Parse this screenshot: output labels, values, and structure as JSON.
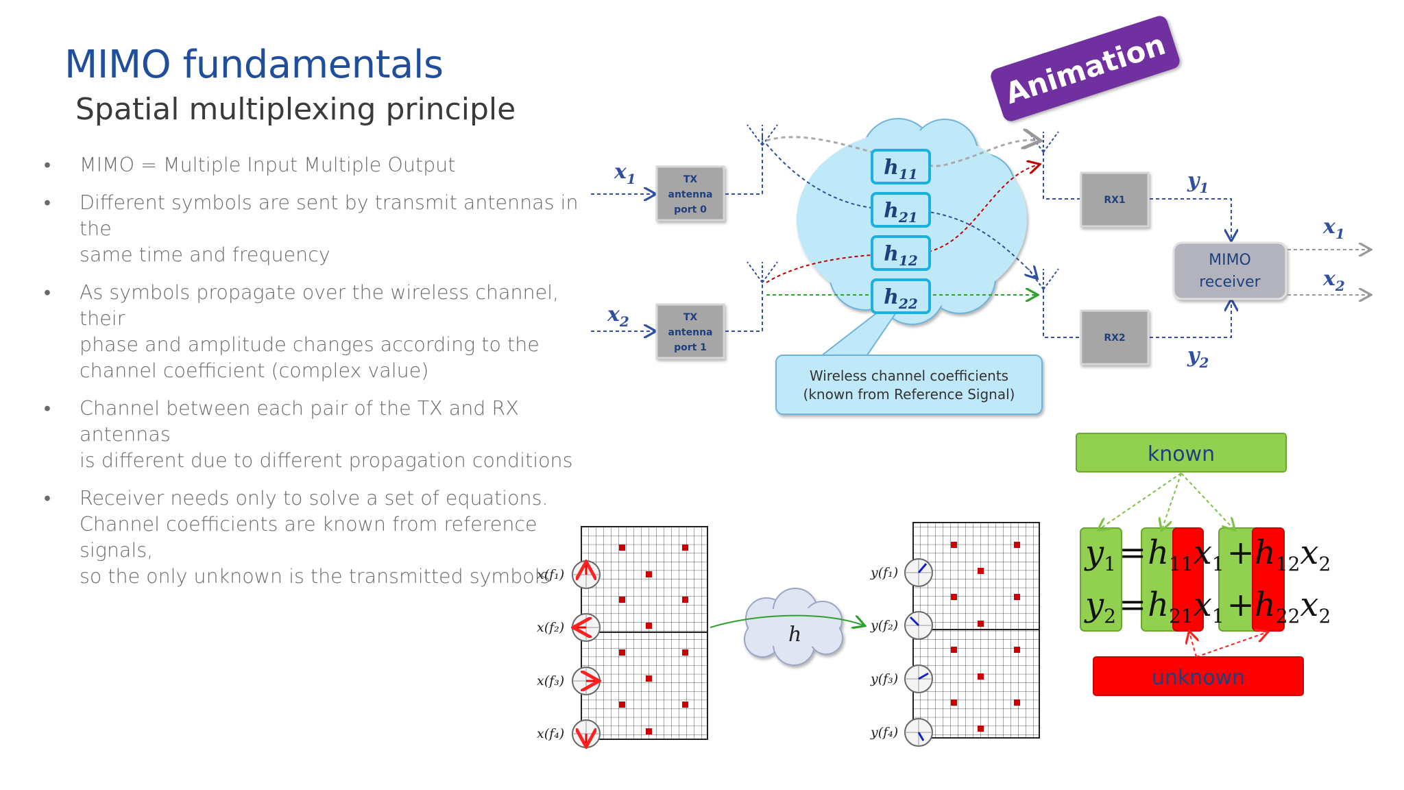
{
  "slide": {
    "title": "MIMO fundamentals",
    "subtitle": "Spatial multiplexing principle",
    "badge": "Animation"
  },
  "bullets": [
    [
      "MIMO = Multiple Input Multiple Output"
    ],
    [
      "Different symbols are sent by transmit antennas in the",
      "same time and frequency"
    ],
    [
      "As symbols propagate over the wireless channel, their",
      "phase and amplitude changes according to the",
      "channel coefficient (complex value)"
    ],
    [
      "Channel between each pair of the TX and RX antennas",
      "is different due to different propagation conditions"
    ],
    [
      "Receiver needs only to solve a set of equations.",
      "Channel coefficients are known from reference signals,",
      "so the only unknown is the transmitted symbols"
    ]
  ],
  "bullet_glyph": "•",
  "diagram": {
    "tx": {
      "input_names": [
        "x",
        "x"
      ],
      "input_subs": [
        "1",
        "2"
      ],
      "port0": [
        "TX",
        "antenna",
        "port 0"
      ],
      "port1": [
        "TX",
        "antenna",
        "port 1"
      ]
    },
    "channel": {
      "coeffs": [
        {
          "base": "h",
          "sub": "11"
        },
        {
          "base": "h",
          "sub": "21"
        },
        {
          "base": "h",
          "sub": "12"
        },
        {
          "base": "h",
          "sub": "22"
        }
      ],
      "callout": [
        "Wireless channel coefficients",
        "(known from Reference Signal)"
      ]
    },
    "rx": {
      "rx1": "RX1",
      "rx2": "RX2",
      "y_names": [
        "y",
        "y"
      ],
      "y_subs": [
        "1",
        "2"
      ],
      "receiver": [
        "MIMO",
        "receiver"
      ],
      "out_names": [
        "x",
        "x"
      ],
      "out_subs": [
        "1",
        "2"
      ]
    },
    "colors": {
      "blue_line": "#2f4f9f",
      "red_line": "#c00000",
      "green_line": "#2ea02e",
      "cloud": "#bfe8f8",
      "coef_border": "#1ab0e0",
      "box": "#a6a6a6",
      "known": "#92d050",
      "unknown": "#ff0000"
    }
  },
  "resource_grid": {
    "left_labels": [
      "x(f₁)",
      "x(f₂)",
      "x(f₃)",
      "x(f₄)"
    ],
    "right_labels": [
      "y(f₁)",
      "y(f₂)",
      "y(f₃)",
      "y(f₄)"
    ],
    "channel_label": "h",
    "rs_mark": "1"
  },
  "equations": {
    "known_label": "known",
    "unknown_label": "unknown",
    "rows": [
      {
        "y": "y",
        "ys": "1",
        "h1": "h",
        "h1s": "11",
        "x1": "x",
        "x1s": "1",
        "h2": "h",
        "h2s": "12",
        "x2": "x",
        "x2s": "2"
      },
      {
        "y": "y",
        "ys": "2",
        "h1": "h",
        "h1s": "21",
        "x1": "x",
        "x1s": "1",
        "h2": "h",
        "h2s": "22",
        "x2": "x",
        "x2s": "2"
      }
    ],
    "eq_sign": "=",
    "plus_sign": "+"
  }
}
